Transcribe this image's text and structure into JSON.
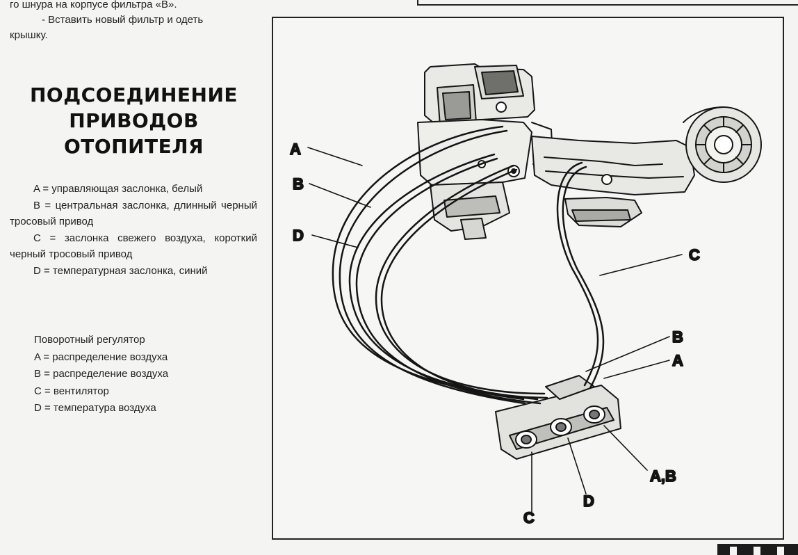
{
  "intro": {
    "line1": "го шнура на корпусе фильтра «B».",
    "line2": "- Вставить новый фильтр и одеть",
    "line3": "крышку."
  },
  "heading": {
    "line1": "ПОДСОЕДИНЕНИЕ",
    "line2": "ПРИВОДОВ",
    "line3": "ОТОПИТЕЛЯ"
  },
  "legend": [
    "A = управляющая заслонка, белый",
    "B = центральная заслонка, длинный черный тросовый привод",
    "C = заслонка свежего воздуха, короткий черный тросовый привод",
    "D = температурная заслонка, синий"
  ],
  "rotary": {
    "title": "Поворотный регулятор",
    "items": [
      "A = распределение воздуха",
      "B = распределение воздуха",
      "C = вентилятор",
      "D = температура воздуха"
    ]
  },
  "diagram": {
    "label_a_left": "A",
    "label_b_left": "B",
    "label_d_left": "D",
    "label_c_right": "C",
    "label_b_right": "B",
    "label_a_right": "A",
    "label_ab_bottom": "A,B",
    "label_d_bottom": "D",
    "label_c_bottom": "C"
  },
  "colors": {
    "ink": "#111111",
    "paper": "#f4f4f2"
  }
}
